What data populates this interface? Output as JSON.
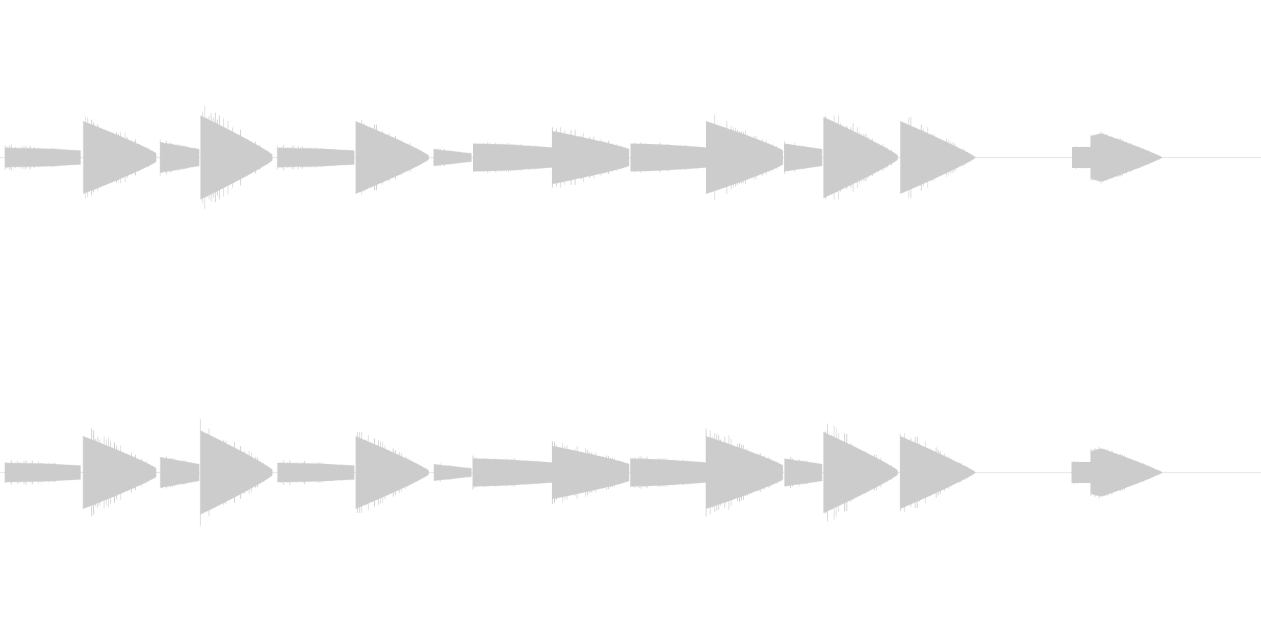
{
  "waveform": {
    "channels": [
      "left",
      "right"
    ],
    "color": "#cccccc",
    "baseline_color": "#d0d0d0",
    "background": "#ffffff",
    "tone_bursts": [
      {
        "start": 0.004,
        "end": 0.064,
        "peak": 0.14,
        "end_level": 0.02,
        "shape": "ramp-up",
        "noise": 0.06
      },
      {
        "start": 0.066,
        "end": 0.124,
        "peak": 0.52,
        "end_level": 0.06,
        "shape": "decay",
        "noise": 0.18
      },
      {
        "start": 0.127,
        "end": 0.158,
        "peak": 0.22,
        "end_level": 0.12,
        "shape": "flat",
        "noise": 0.05
      },
      {
        "start": 0.159,
        "end": 0.216,
        "peak": 0.6,
        "end_level": 0.04,
        "shape": "decay",
        "noise": 0.2
      },
      {
        "start": 0.22,
        "end": 0.281,
        "peak": 0.14,
        "end_level": 0.02,
        "shape": "ramp-up",
        "noise": 0.05
      },
      {
        "start": 0.282,
        "end": 0.34,
        "peak": 0.52,
        "end_level": 0.03,
        "shape": "decay",
        "noise": 0.15
      },
      {
        "start": 0.344,
        "end": 0.374,
        "peak": 0.12,
        "end_level": 0.06,
        "shape": "flat",
        "noise": 0.04
      },
      {
        "start": 0.375,
        "end": 0.438,
        "peak": 0.2,
        "end_level": 0.02,
        "shape": "ramp-up",
        "noise": 0.05
      },
      {
        "start": 0.438,
        "end": 0.499,
        "peak": 0.38,
        "end_level": 0.12,
        "shape": "decay",
        "noise": 0.12
      },
      {
        "start": 0.5,
        "end": 0.56,
        "peak": 0.2,
        "end_level": 0.02,
        "shape": "ramp-up",
        "noise": 0.05
      },
      {
        "start": 0.56,
        "end": 0.621,
        "peak": 0.52,
        "end_level": 0.1,
        "shape": "decay",
        "noise": 0.18
      },
      {
        "start": 0.622,
        "end": 0.652,
        "peak": 0.2,
        "end_level": 0.12,
        "shape": "flat",
        "noise": 0.05
      },
      {
        "start": 0.653,
        "end": 0.712,
        "peak": 0.58,
        "end_level": 0.03,
        "shape": "decay",
        "noise": 0.2
      },
      {
        "start": 0.714,
        "end": 0.774,
        "peak": 0.52,
        "end_level": 0.0,
        "shape": "decay",
        "noise": 0.16
      },
      {
        "start": 0.85,
        "end": 0.866,
        "peak": 0.15,
        "end_level": 0.15,
        "shape": "flat",
        "noise": 0.02
      },
      {
        "start": 0.865,
        "end": 0.922,
        "peak": 0.4,
        "end_level": 0.0,
        "shape": "swell-decay",
        "noise": 0.04
      }
    ]
  }
}
